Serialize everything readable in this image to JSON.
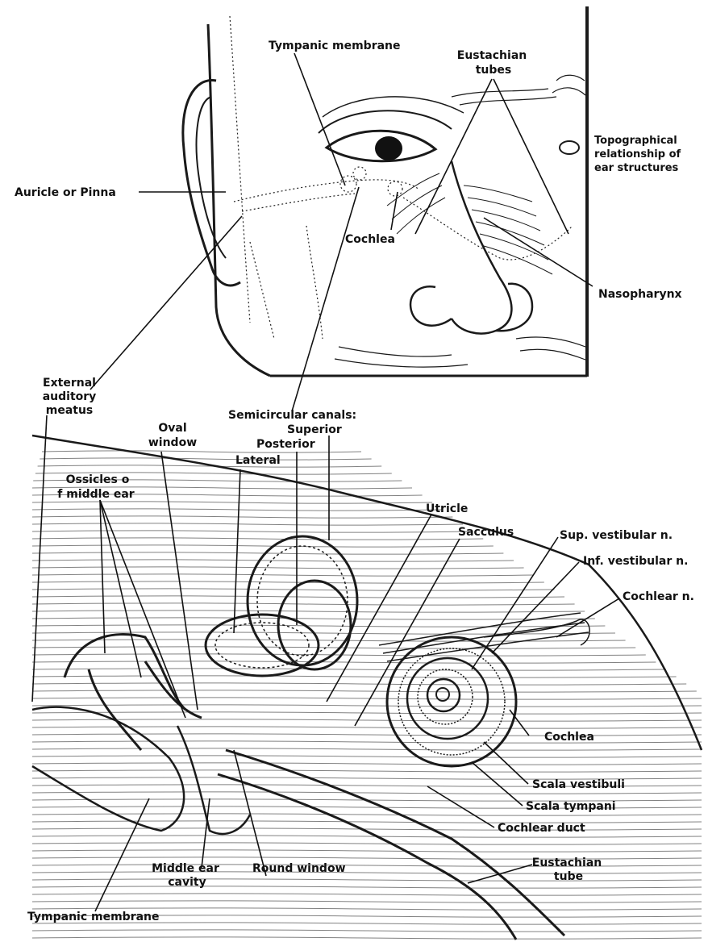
{
  "top_panel": {
    "caption": "Topographical relationship of ear structures",
    "labels": {
      "tympanic_membrane": "Tympanic membrane",
      "eustachian_tubes": "Eustachian tubes",
      "auricle": "Auricle or Pinna",
      "cochlea": "Cochlea",
      "nasopharynx": "Nasopharynx",
      "external_auditory_meatus": "External auditory meatus"
    }
  },
  "bottom_panel": {
    "labels": {
      "semicircular_canals": "Semicircular canals:",
      "superior": "Superior",
      "posterior": "Posterior",
      "lateral": "Lateral",
      "oval_window": "Oval window",
      "ossicles": "Ossicles of middle ear",
      "utricle": "Utricle",
      "sacculus": "Sacculus",
      "sup_vestibular": "Sup. vestibular n.",
      "inf_vestibular": "Inf. vestibular n.",
      "cochlear_n": "Cochlear n.",
      "cochlea": "Cochlea",
      "scala_vestibuli": "Scala vestibuli",
      "scala_tympani": "Scala tympani",
      "cochlear_duct": "Cochlear duct",
      "eustachian_tube": "Eustachian tube",
      "round_window": "Round window",
      "middle_ear_cavity": "Middle ear cavity",
      "tympanic_membrane": "Tympanic membrane"
    }
  },
  "colors": {
    "ink": "#111111",
    "paper": "#ffffff"
  }
}
